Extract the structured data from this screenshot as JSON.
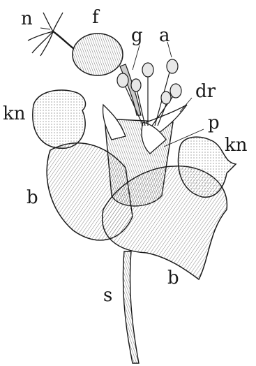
{
  "labels": {
    "n": "n",
    "f": "f",
    "g": "g",
    "a": "a",
    "dr": "dr",
    "kn_left": "kn",
    "kn_right": "kn",
    "p": "p",
    "b_left": "b",
    "b_right": "b",
    "s": "s"
  },
  "colors": {
    "ink": "#1a1a1a",
    "paper": "#ffffff",
    "shade": "#8a8a8a"
  }
}
